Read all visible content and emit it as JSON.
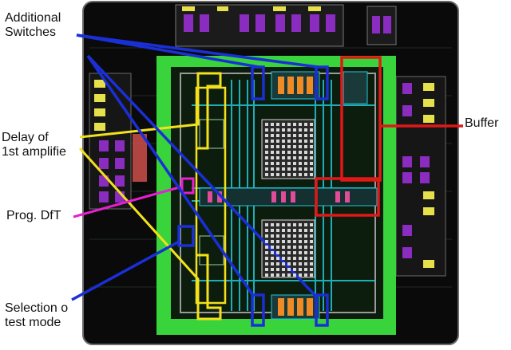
{
  "labels": {
    "additional_switches": "Additional\nSwitches",
    "delay": "Delay of\n1st amplifie",
    "dft": "Prog. DfT",
    "selection": "Selection o\ntest mode",
    "buffer": "Buffer"
  },
  "colors": {
    "die": "#0a0a0a",
    "die_border": "#6a6a6a",
    "green_ring": "#39d43b",
    "metal_cyan": "#22c8d8",
    "pad_purple": "#8b2cc0",
    "pad_yellow": "#e6e04a",
    "blue_callout": "#1a2fd6",
    "yellow_callout": "#f2e11c",
    "magenta_callout": "#e61fd0",
    "red_callout": "#e01818",
    "grid_white": "#d8d8d8"
  }
}
